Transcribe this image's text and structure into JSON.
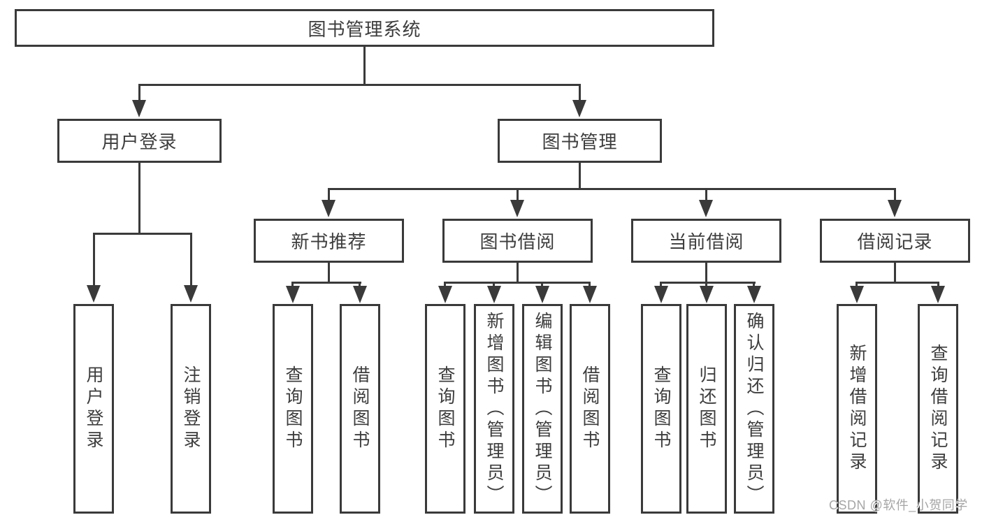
{
  "diagram": {
    "root_label": "图书管理系统",
    "user_login_label": "用户登录",
    "book_mgmt_label": "图书管理",
    "new_books_label": "新书推荐",
    "book_borrow_label": "图书借阅",
    "current_borrow_label": "当前借阅",
    "borrow_records_label": "借阅记录",
    "leaves": {
      "user": [
        "用户登录",
        "注销登录"
      ],
      "new_books": [
        "查询图书",
        "借阅图书"
      ],
      "book_borrow": [
        "查询图书",
        "新增图书（管理员）",
        "编辑图书（管理员）",
        "借阅图书"
      ],
      "current_borrow": [
        "查询图书",
        "归还图书",
        "确认归还（管理员）"
      ],
      "borrow_records": [
        "新增借阅记录",
        "查询借阅记录"
      ]
    },
    "watermark": "CSDN @软件_小贺同学",
    "colors": {
      "line": "#3a3a3a",
      "text": "#3d3d3d",
      "background": "#ffffff",
      "watermark": "#a6a6a6"
    }
  }
}
